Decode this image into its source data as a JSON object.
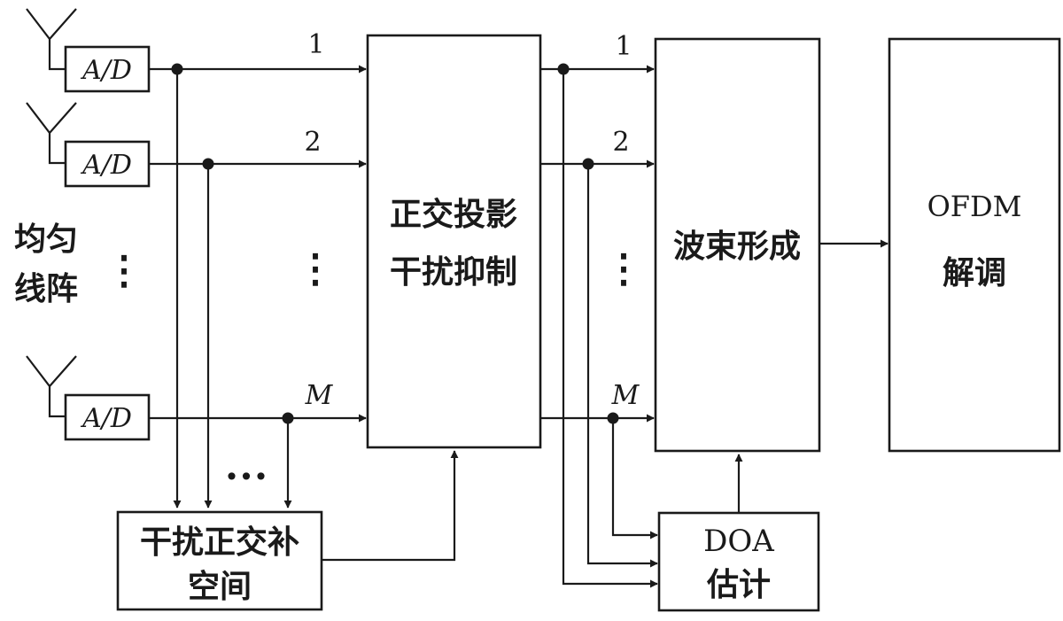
{
  "antenna_array_label": [
    "均匀",
    "线阵"
  ],
  "adc_label": "A/D",
  "channel_labels": [
    "1",
    "2",
    "M"
  ],
  "ellipsis_symbol": "⋮",
  "dots_symbol": "•••",
  "blocks": {
    "projection": [
      "正交投影",
      "干扰抑制"
    ],
    "subspace": [
      "干扰正交补",
      "空间"
    ],
    "beamforming": "波束形成",
    "doa": [
      "DOA",
      "估计"
    ],
    "ofdm": [
      "OFDM",
      "解调"
    ]
  }
}
